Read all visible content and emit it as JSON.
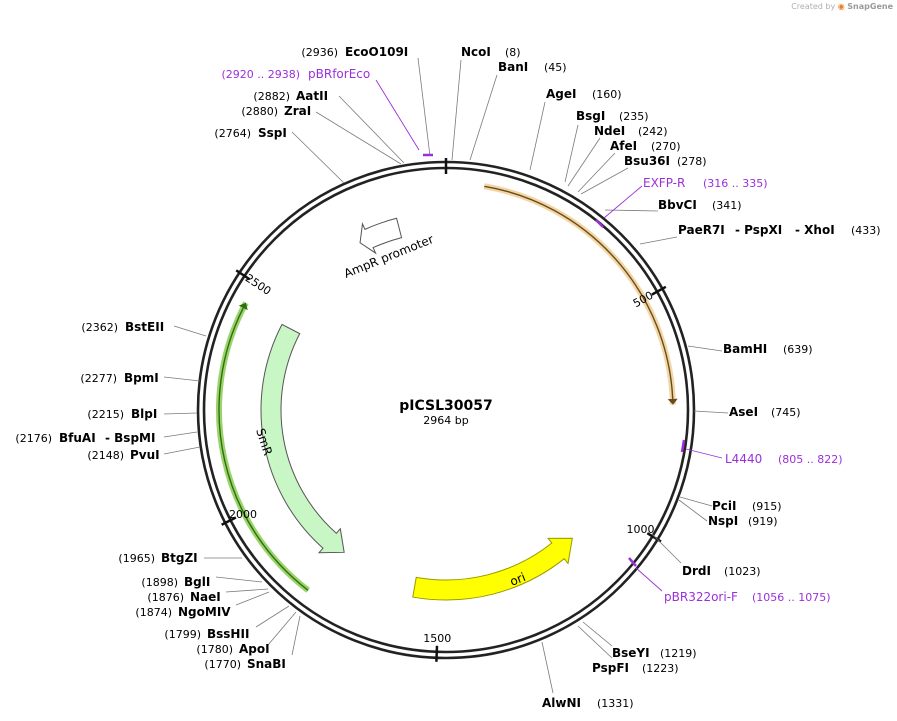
{
  "watermark": {
    "prefix": "Created by",
    "brand": "SnapGene"
  },
  "plasmid": {
    "name": "pICSL30057",
    "size_label": "2964 bp",
    "length": 2964
  },
  "ticks": [
    {
      "pos": 0,
      "label": ""
    },
    {
      "pos": 500,
      "label": "500"
    },
    {
      "pos": 1000,
      "label": "1000"
    },
    {
      "pos": 1500,
      "label": "1500"
    },
    {
      "pos": 2000,
      "label": "2000"
    },
    {
      "pos": 2500,
      "label": "2500"
    }
  ],
  "features": [
    {
      "name": "",
      "start": 80,
      "end": 730,
      "color": "#f2d7a6",
      "type": "outer"
    },
    {
      "name": "AmpR promoter",
      "start": 2740,
      "end": 2845,
      "color": "#ffffff",
      "type": "arrow"
    },
    {
      "name": "SmR",
      "start": 1775,
      "end": 2450,
      "color": "#c8f7c5",
      "type": "arrow"
    },
    {
      "name": "",
      "start": 1790,
      "end": 2455,
      "color": "#9ad36a",
      "type": "outer"
    },
    {
      "name": "ori",
      "start": 1115,
      "end": 1565,
      "color": "#ffff00",
      "type": "arrow"
    }
  ],
  "enzymes": [
    {
      "name": "NcoI",
      "pos": "(8)"
    },
    {
      "name": "BanI",
      "pos": "(45)"
    },
    {
      "name": "AgeI",
      "pos": "(160)"
    },
    {
      "name": "BsgI",
      "pos": "(235)"
    },
    {
      "name": "NdeI",
      "pos": "(242)"
    },
    {
      "name": "AfeI",
      "pos": "(270)"
    },
    {
      "name": "Bsu36I",
      "pos": "(278)"
    },
    {
      "name": "BbvCI",
      "pos": "(341)"
    },
    {
      "name": "PaeR7I",
      "name2": "- PspXI",
      "name3": "- XhoI",
      "pos": "(433)"
    },
    {
      "name": "BamHI",
      "pos": "(639)"
    },
    {
      "name": "AseI",
      "pos": "(745)"
    },
    {
      "name": "PciI",
      "pos": "(915)"
    },
    {
      "name": "NspI",
      "pos": "(919)"
    },
    {
      "name": "DrdI",
      "pos": "(1023)"
    },
    {
      "name": "BseYI",
      "pos": "(1219)"
    },
    {
      "name": "PspFI",
      "pos": "(1223)"
    },
    {
      "name": "AlwNI",
      "pos": "(1331)"
    },
    {
      "name": "SnaBI",
      "pos": "(1770)"
    },
    {
      "name": "ApoI",
      "pos": "(1780)"
    },
    {
      "name": "BssHII",
      "pos": "(1799)"
    },
    {
      "name": "NgoMIV",
      "pos": "(1874)"
    },
    {
      "name": "NaeI",
      "pos": "(1876)"
    },
    {
      "name": "BglI",
      "pos": "(1898)"
    },
    {
      "name": "BtgZI",
      "pos": "(1965)"
    },
    {
      "name": "PvuI",
      "pos": "(2148)"
    },
    {
      "name": "BfuAI",
      "name2": "- BspMI",
      "pos": "(2176)"
    },
    {
      "name": "BlpI",
      "pos": "(2215)"
    },
    {
      "name": "BpmI",
      "pos": "(2277)"
    },
    {
      "name": "BstEII",
      "pos": "(2362)"
    },
    {
      "name": "SspI",
      "pos": "(2764)"
    },
    {
      "name": "ZraI",
      "pos": "(2880)"
    },
    {
      "name": "AatII",
      "pos": "(2882)"
    },
    {
      "name": "EcoO109I",
      "pos": "(2936)"
    }
  ],
  "primers": [
    {
      "name": "EXFP-R",
      "range": "(316 .. 335)"
    },
    {
      "name": "L4440",
      "range": "(805 .. 822)"
    },
    {
      "name": "pBR322ori-F",
      "range": "(1056 .. 1075)"
    },
    {
      "name": "pBRforEco",
      "range": "(2920 .. 2938)"
    }
  ]
}
